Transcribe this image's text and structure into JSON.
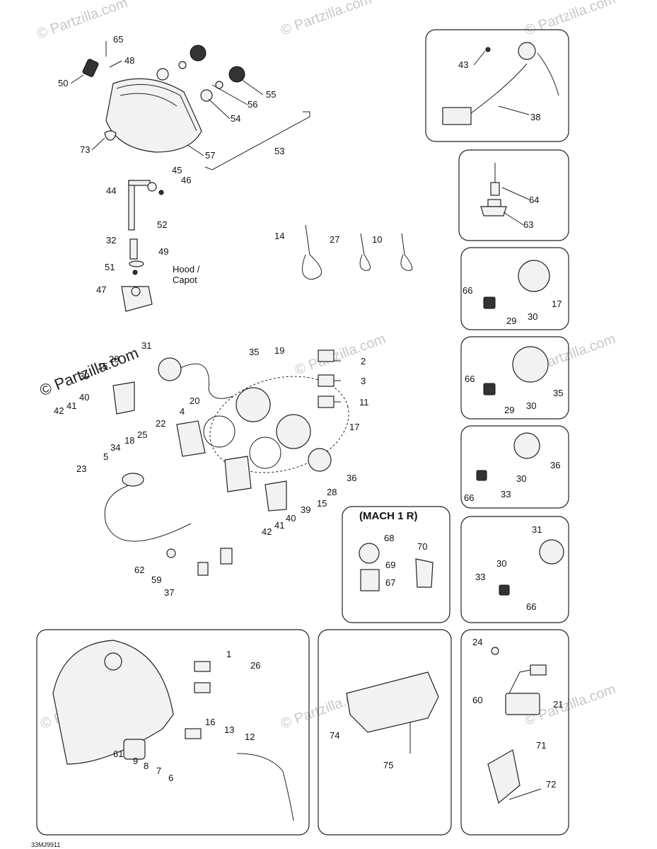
{
  "watermarks": [
    "© Partzilla.com",
    "© Partzilla.com",
    "© Partzilla.com",
    "© Partzilla.com",
    "© Partzilla.com",
    "© Partzilla.com",
    "© Partzilla.com",
    "© Partzilla.com"
  ],
  "side_watermark": "© Partzilla.com",
  "hood_label_line1": "Hood /",
  "hood_label_line2": "Capot",
  "mach_title": "(MACH 1 R)",
  "footer_code": "33MJ9911",
  "callouts": {
    "c65": "65",
    "c48": "48",
    "c50": "50",
    "c55": "55",
    "c56": "56",
    "c54": "54",
    "c73": "73",
    "c57": "57",
    "c53": "53",
    "c45": "45",
    "c46": "46",
    "c44": "44",
    "c52": "52",
    "c32": "32",
    "c49": "49",
    "c51": "51",
    "c47": "47",
    "c14": "14",
    "c27": "27",
    "c10": "10",
    "c43": "43",
    "c38": "38",
    "c64": "64",
    "c63": "63",
    "c66a": "66",
    "c29a": "29",
    "c30a": "30",
    "c17a": "17",
    "c66b": "66",
    "c29b": "29",
    "c30b": "30",
    "c35b": "35",
    "c36c": "36",
    "c30c": "30",
    "c66c": "66",
    "c33c": "33",
    "c31d": "31",
    "c30d": "30",
    "c33d": "33",
    "c66d": "66",
    "c31": "31",
    "c28": "28",
    "c15": "15",
    "c39": "39",
    "c40": "40",
    "c41": "41",
    "c42": "42",
    "c35": "35",
    "c19": "19",
    "c2": "2",
    "c3": "3",
    "c11": "11",
    "c17": "17",
    "c20": "20",
    "c4": "4",
    "c22": "22",
    "c25": "25",
    "c18": "18",
    "c34": "34",
    "c5": "5",
    "c23": "23",
    "c36": "36",
    "c28b": "28",
    "c15b": "15",
    "c39b": "39",
    "c40b": "40",
    "c41b": "41",
    "c42b": "42",
    "c62": "62",
    "c59": "59",
    "c37": "37",
    "c68": "68",
    "c69": "69",
    "c67": "67",
    "c70": "70",
    "c1": "1",
    "c26": "26",
    "c16": "16",
    "c13": "13",
    "c12": "12",
    "c61": "61",
    "c9": "9",
    "c8": "8",
    "c7": "7",
    "c6": "6",
    "c74": "74",
    "c75": "75",
    "c24": "24",
    "c21": "21",
    "c60": "60",
    "c71": "71",
    "c72": "72"
  }
}
